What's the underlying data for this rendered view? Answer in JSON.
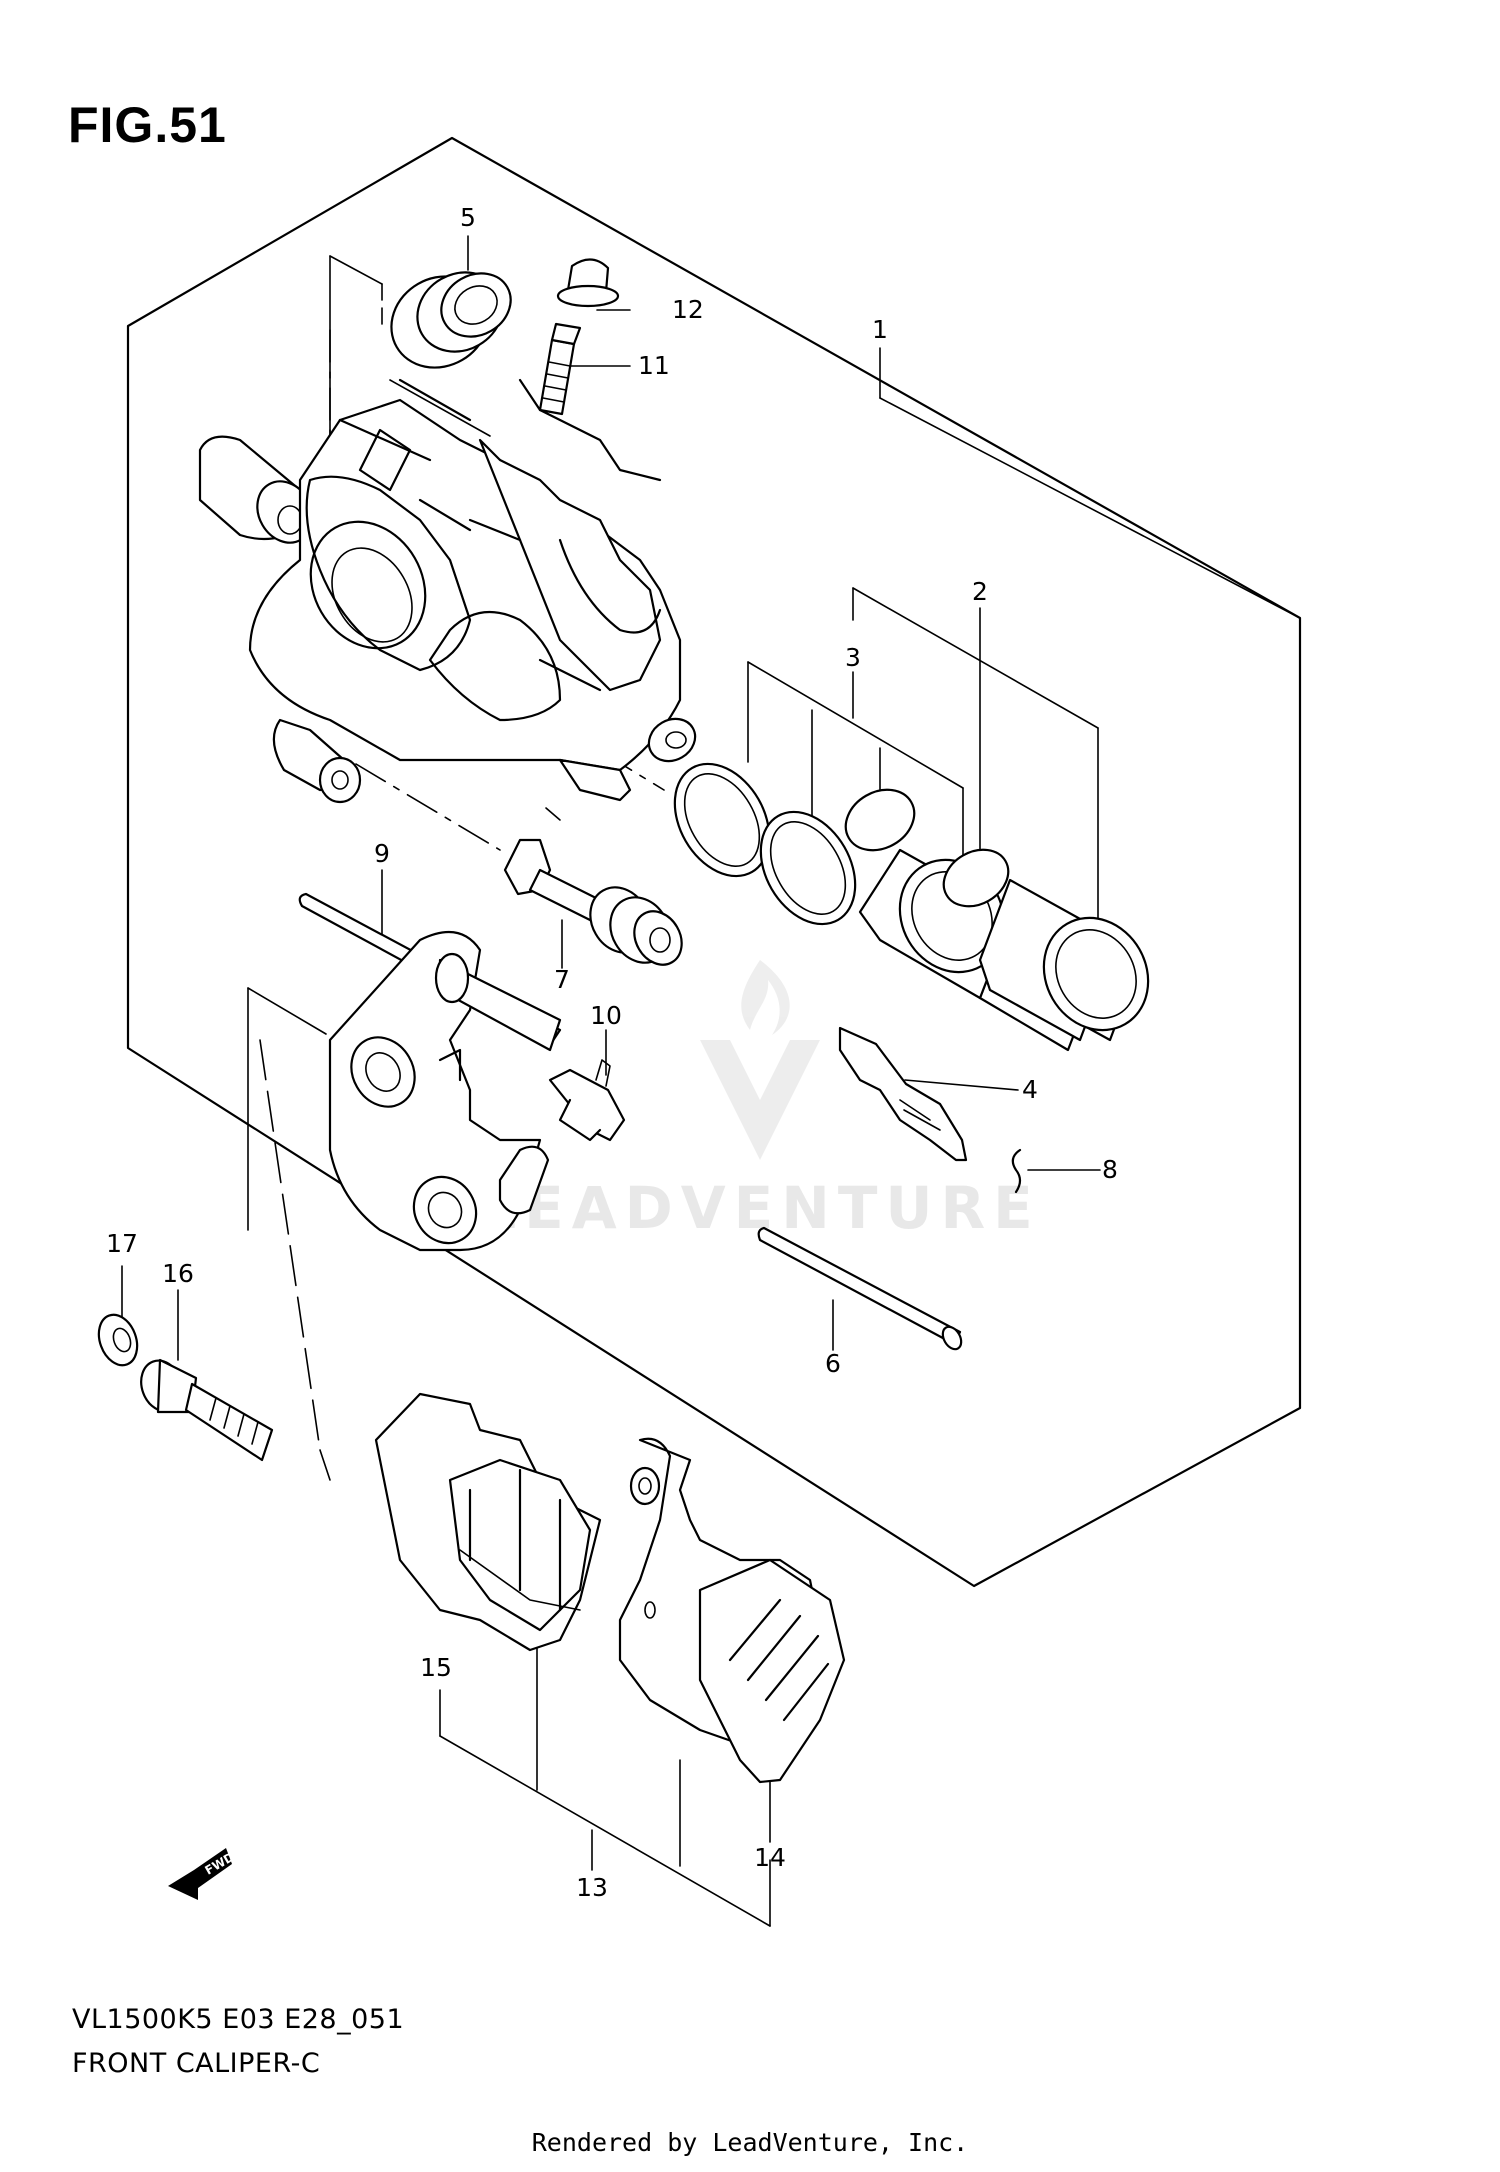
{
  "figure_title": "FIG.51",
  "footer": {
    "model_code": "VL1500K5 E03 E28_051",
    "section_name": "FRONT CALIPER-C",
    "credit": "Rendered by LeadVenture, Inc."
  },
  "watermark": "LEADVENTURE",
  "fwd_label": "FWD",
  "parts": [
    {
      "id": "p1",
      "number": "1"
    },
    {
      "id": "p2",
      "number": "2"
    },
    {
      "id": "p3",
      "number": "3"
    },
    {
      "id": "p4",
      "number": "4"
    },
    {
      "id": "p5",
      "number": "5"
    },
    {
      "id": "p6",
      "number": "6"
    },
    {
      "id": "p7",
      "number": "7"
    },
    {
      "id": "p8",
      "number": "8"
    },
    {
      "id": "p9",
      "number": "9"
    },
    {
      "id": "p10",
      "number": "10"
    },
    {
      "id": "p11",
      "number": "11"
    },
    {
      "id": "p12",
      "number": "12"
    },
    {
      "id": "p13",
      "number": "13"
    },
    {
      "id": "p14",
      "number": "14"
    },
    {
      "id": "p15",
      "number": "15"
    },
    {
      "id": "p16",
      "number": "16"
    },
    {
      "id": "p17",
      "number": "17"
    }
  ]
}
